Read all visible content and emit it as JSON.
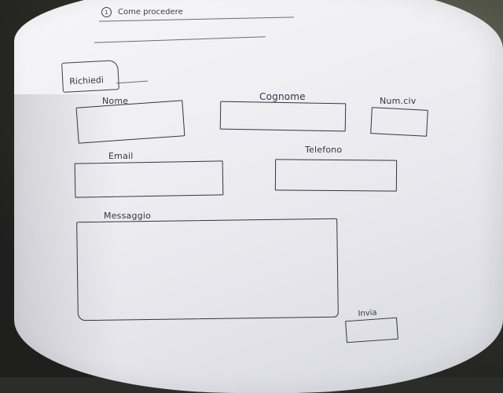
{
  "header": {
    "step_number": "1",
    "step_title": "Come procedere"
  },
  "tab": {
    "label": "Richiedi"
  },
  "form": {
    "nome_label": "Nome",
    "cognome_label": "Cognome",
    "numero_label": "Num.civ",
    "email_label": "Email",
    "telefono_label": "Telefono",
    "messaggio_label": "Messaggio",
    "submit_label": "Invia"
  }
}
